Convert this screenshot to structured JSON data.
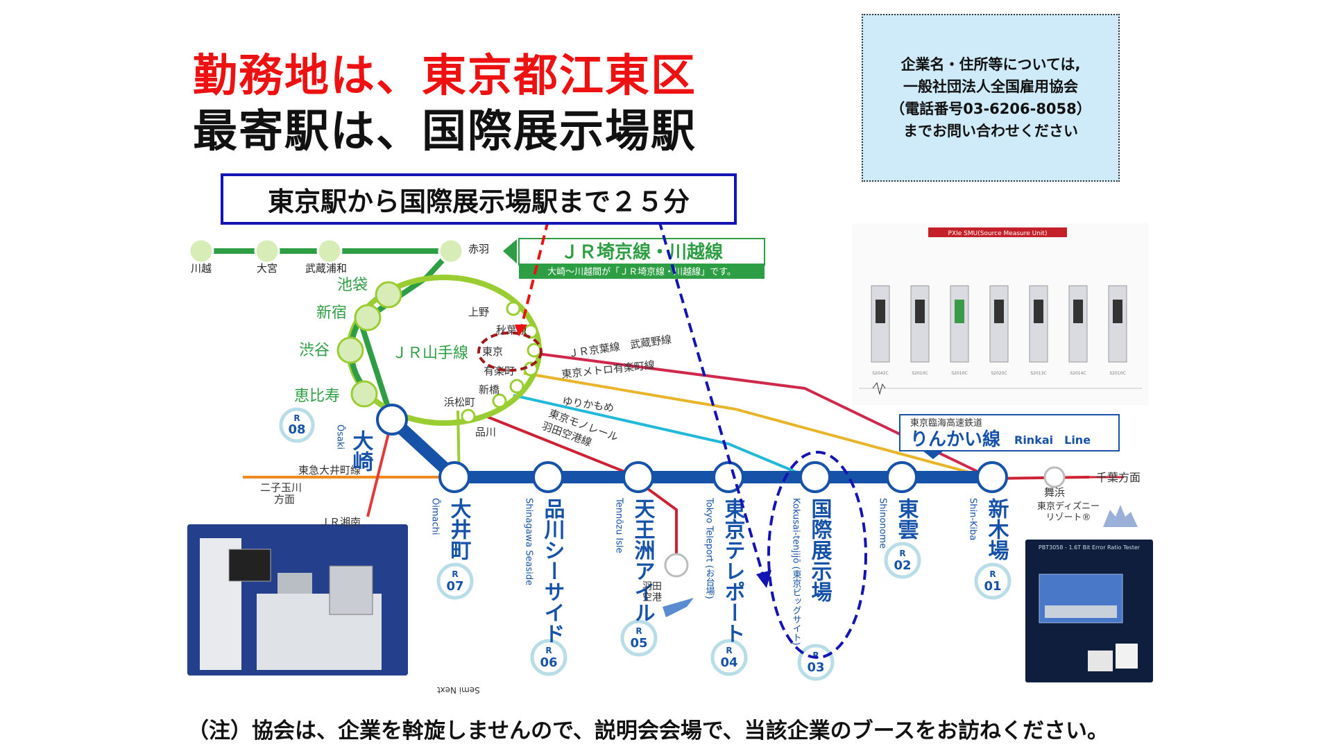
{
  "title": {
    "line1": "勤務地は、東京都江東区",
    "line2": "最寄駅は、国際展示場駅"
  },
  "contact": {
    "lines": [
      "企業名・住所等については,",
      "一般社団法人全国雇用協会",
      "（電話番号03-6206-8058）",
      "までお問い合わせください"
    ]
  },
  "duration": "東京駅から国際展示場駅まで２５分",
  "note": "（注）協会は、企業を斡旋しませんので、説明会会場で、当該企業のブースをお訪ねください。",
  "map": {
    "saikyo_stations": [
      "川越",
      "大宮",
      "武蔵浦和",
      "赤羽"
    ],
    "saikyo_line_name": "ＪＲ埼京線・川越線",
    "saikyo_note": "大崎〜川越間が「ＪＲ埼京線・川越線」です。",
    "yamanote_name": "ＪＲ山手線",
    "yamanote_stations": [
      "池袋",
      "新宿",
      "渋谷",
      "恵比寿",
      "上野",
      "秋葉原",
      "東京",
      "有楽町",
      "新橋",
      "浜松町",
      "品川"
    ],
    "line_labels": [
      "ＪＲ京葉線　武蔵野線",
      "東京メトロ有楽町線",
      "ゆりかもめ",
      "東京モノレール",
      "羽田空港線",
      "東急大井町線",
      "ＪＲ湘南",
      "東京臨海高速鉄道"
    ],
    "rinkai_name_jp": "りんかい線",
    "rinkai_name_en": "Rinkai　Line",
    "osaki": {
      "name": "大崎",
      "romaji": "Ōsaki",
      "code": "08"
    },
    "futako": "二子玉川\n方面",
    "chiba": "千葉方面",
    "maihama": "舞浜",
    "disney": "東京ディズニー\nリゾート®",
    "haneda": "羽田\n空港",
    "rinkai_stations": [
      {
        "name": "大井町",
        "romaji": "Ōimachi",
        "code": "07"
      },
      {
        "name": "品川シーサイド",
        "romaji": "Shinagawa Seaside",
        "code": "06"
      },
      {
        "name": "天王洲アイル",
        "romaji": "Tennōzu Isle",
        "code": "05"
      },
      {
        "name": "東京テレポート",
        "romaji": "Tokyo Teleport (お台場)",
        "code": "04"
      },
      {
        "name": "国際展示場",
        "romaji": "Kokusai-tenjijō (東京ビッグサイト)",
        "code": "03"
      },
      {
        "name": "東雲",
        "romaji": "Shinonome",
        "code": "02"
      },
      {
        "name": "新木場",
        "romaji": "Shin-Kiba",
        "code": "01"
      }
    ],
    "code_prefix": "R"
  },
  "images": {
    "top_caption": "PXIe SMU(Source Measure Unit)",
    "top_module_codes": [
      "S2042C",
      "S2010C",
      "S2010C",
      "S2020C",
      "S2013C",
      "S2014C",
      "S2010C"
    ],
    "left_caption": "Semi Next",
    "right_caption": "PBT3058 - 1.6T Bit Error Ratio Tester"
  },
  "colors": {
    "title_red": "#ee1111",
    "saikyo_green": "#2e9e44",
    "yamanote_green": "#9acd32",
    "rinkai_blue": "#1552a8",
    "keiyo_red": "#d0284c",
    "yurakucho_gold": "#e8b52a",
    "yurikamome_cyan": "#22b8d8",
    "monorail_red": "#cc2233",
    "oimachi_orange": "#ef8a1e",
    "shonan_red": "#e03a3a",
    "annotation_blue": "#1414b4",
    "annotation_red": "#ee1111",
    "annotation_darkred": "#a01818"
  }
}
